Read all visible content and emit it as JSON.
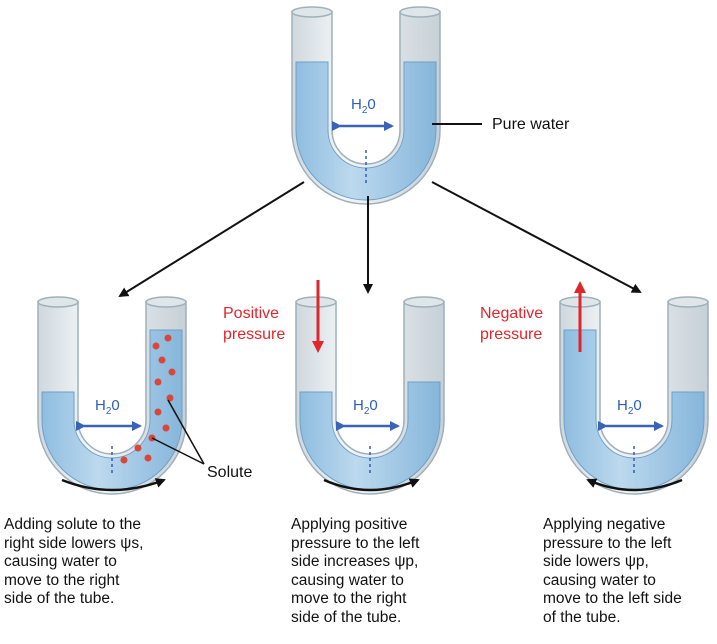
{
  "top": {
    "h2o": {
      "base": "H",
      "sub": "2",
      "tail": "0"
    },
    "pure_water_label": "Pure water"
  },
  "left": {
    "h2o": {
      "base": "H",
      "sub": "2",
      "tail": "0"
    },
    "solute_label": "Solute",
    "caption_lines": [
      "Adding solute to the",
      "right side lowers ψs,",
      "causing water to",
      "move to the right",
      "side of the tube."
    ]
  },
  "middle": {
    "pressure_lines": [
      "Positive",
      "pressure"
    ],
    "h2o": {
      "base": "H",
      "sub": "2",
      "tail": "0"
    },
    "caption_lines": [
      "Applying positive",
      "pressure to the left",
      "side increases ψp,",
      "causing water to",
      "move to the right",
      "side of the tube."
    ]
  },
  "right": {
    "pressure_lines": [
      "Negative",
      "pressure"
    ],
    "h2o": {
      "base": "H",
      "sub": "2",
      "tail": "0"
    },
    "caption_lines": [
      "Applying negative",
      "pressure to the left",
      "side lowers ψp,",
      "causing water to",
      "move to the left side",
      "of the tube."
    ]
  },
  "colors": {
    "water": "#a9cde8",
    "glass": "#e4ebef",
    "arrow_blue": "#3a63b8",
    "pressure_red": "#e0262b",
    "solute": "#d9473a"
  }
}
